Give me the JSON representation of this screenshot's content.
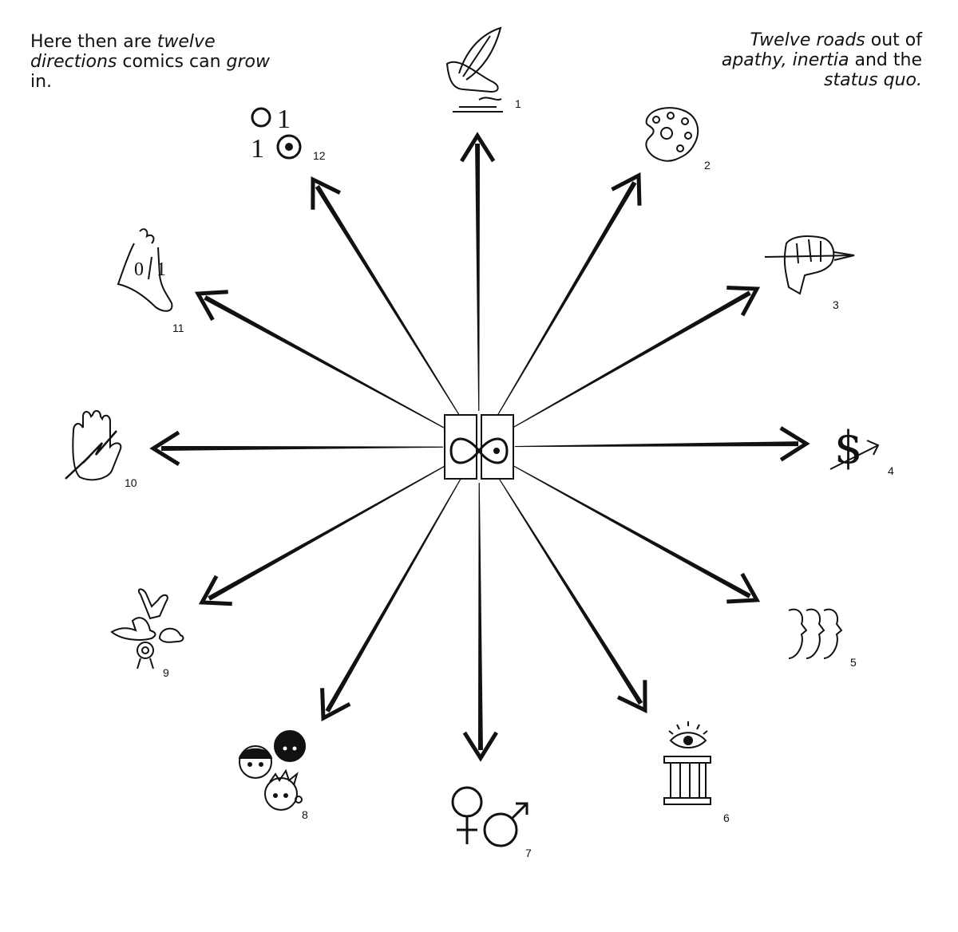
{
  "captions": {
    "left": {
      "p1": "Here then are ",
      "e1": "twelve",
      "p2": " ",
      "e2": "directions",
      "p3": " comics can ",
      "e3": "grow",
      "p4": " in."
    },
    "right": {
      "e1": "Twelve roads",
      "p1": " out of ",
      "e2": "apathy, inertia",
      "p2": " and the ",
      "e3": "status quo."
    }
  },
  "center": {
    "icon": "infinity-eye-icon"
  },
  "directions": [
    {
      "number": "1",
      "icon": "quill-pen-hand-icon"
    },
    {
      "number": "2",
      "icon": "paint-palette-icon"
    },
    {
      "number": "3",
      "icon": "fist-with-brush-icon"
    },
    {
      "number": "4",
      "icon": "dollar-arrow-icon"
    },
    {
      "number": "5",
      "icon": "three-profiles-icon"
    },
    {
      "number": "6",
      "icon": "eye-on-pillar-icon"
    },
    {
      "number": "7",
      "icon": "gender-symbols-icon"
    },
    {
      "number": "8",
      "icon": "three-faces-icon"
    },
    {
      "number": "9",
      "icon": "hats-and-rosette-icon"
    },
    {
      "number": "10",
      "icon": "hand-lightning-icon"
    },
    {
      "number": "11",
      "icon": "winged-foot-binary-icon"
    },
    {
      "number": "12",
      "icon": "binary-circles-icon"
    }
  ],
  "colors": {
    "ink": "#111111",
    "paper": "#ffffff"
  }
}
